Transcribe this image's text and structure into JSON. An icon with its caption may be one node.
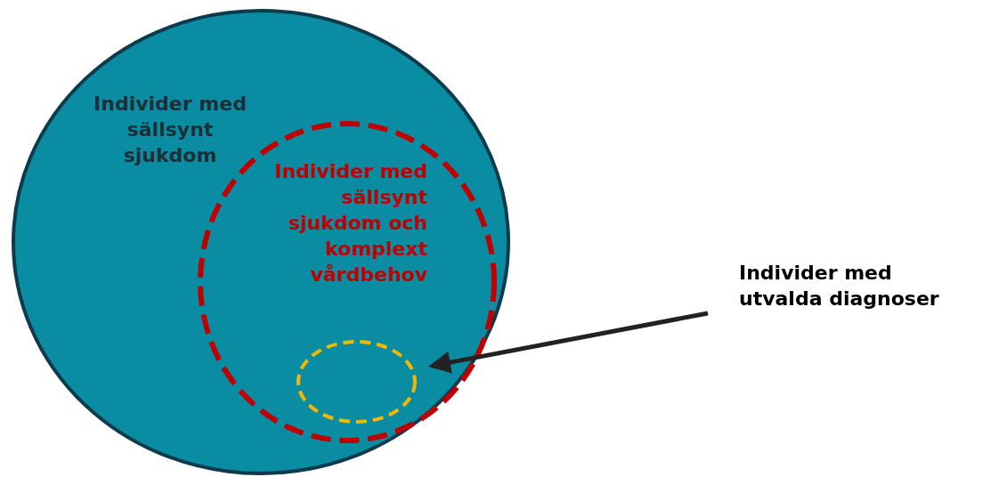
{
  "diagram": {
    "nodes": [
      {
        "text": [
          "Individer med sällsynt sjukdom"
        ]
      },
      {
        "text": [
          "Individer med sällsynt sjukdom och komplext vårdbehov"
        ],
        "in": 0
      },
      {
        "text": [],
        "shape": "ellipse",
        "in": 1
      },
      {
        "text": [
          "Individer med utvalda diagnoser"
        ]
      }
    ],
    "edges": [
      {
        "from": 3,
        "to": 2,
        "arrow": "to"
      }
    ]
  }
}
